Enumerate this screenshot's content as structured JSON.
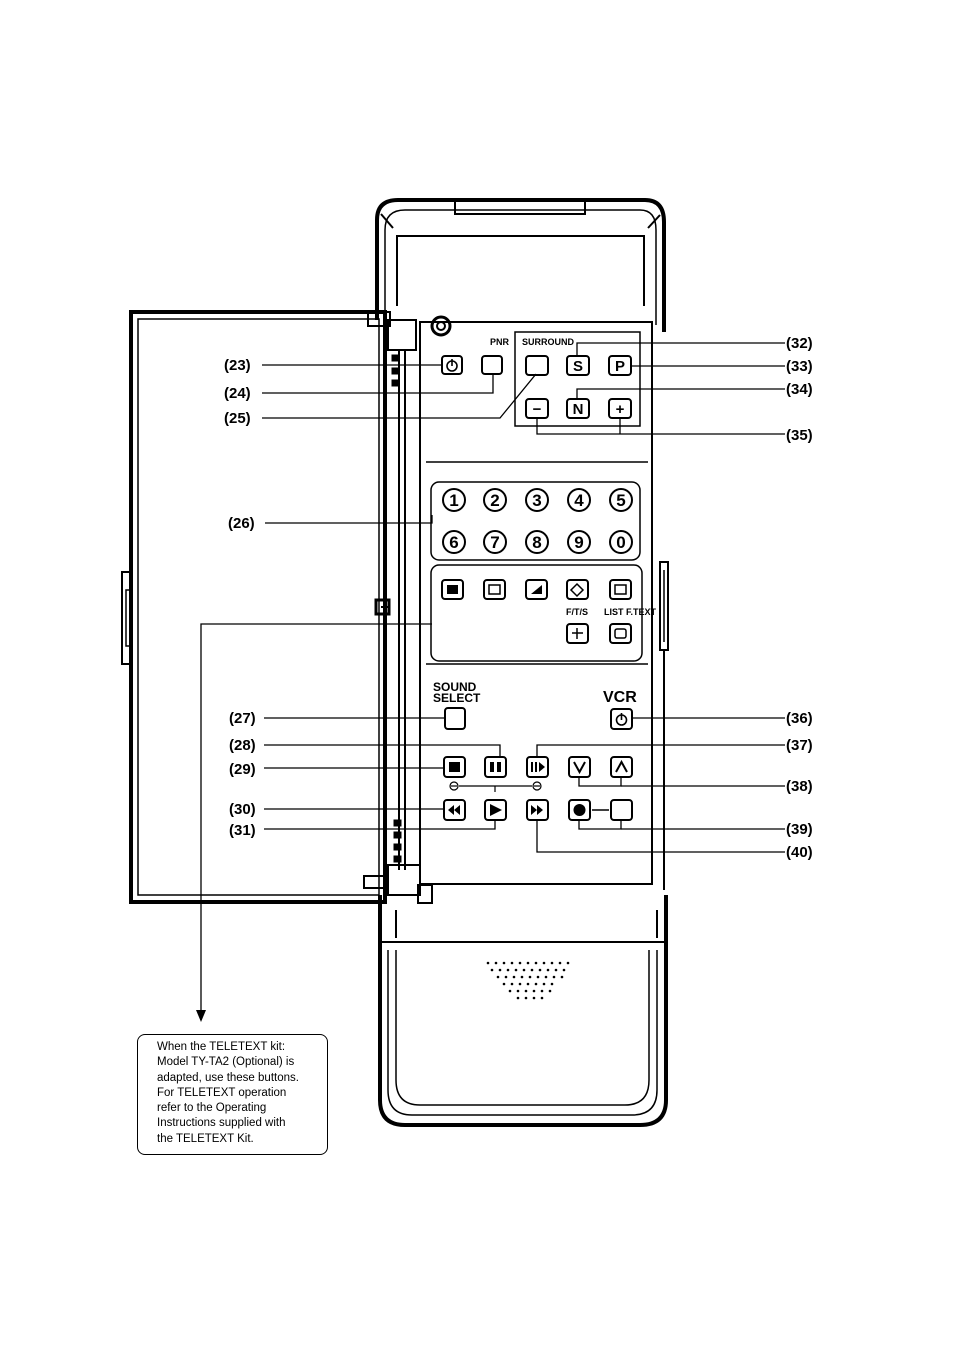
{
  "labels": {
    "pnr": "PNR",
    "surround": "SURROUND",
    "sound_select_line1": "SOUND",
    "sound_select_line2": "SELECT",
    "vcr": "VCR",
    "f_tv_s": "F/T/S",
    "list_ftext": "LIST F.TEXT"
  },
  "letters": {
    "s": "S",
    "p": "P",
    "n": "N",
    "minus": "−",
    "plus": "+"
  },
  "digits": [
    "1",
    "2",
    "3",
    "4",
    "5",
    "6",
    "7",
    "8",
    "9",
    "0"
  ],
  "callouts": {
    "c23": "(23)",
    "c24": "(24)",
    "c25": "(25)",
    "c26": "(26)",
    "c27": "(27)",
    "c28": "(28)",
    "c29": "(29)",
    "c30": "(30)",
    "c31": "(31)",
    "c32": "(32)",
    "c33": "(33)",
    "c34": "(34)",
    "c35": "(35)",
    "c36": "(36)",
    "c37": "(37)",
    "c38": "(38)",
    "c39": "(39)",
    "c40": "(40)"
  },
  "note": {
    "lines": [
      "When the TELETEXT kit:",
      "Model TY-TA2 (Optional) is",
      "adapted, use these buttons.",
      "For TELETEXT operation",
      "refer to the Operating",
      "Instructions supplied with",
      "the TELETEXT Kit."
    ]
  }
}
